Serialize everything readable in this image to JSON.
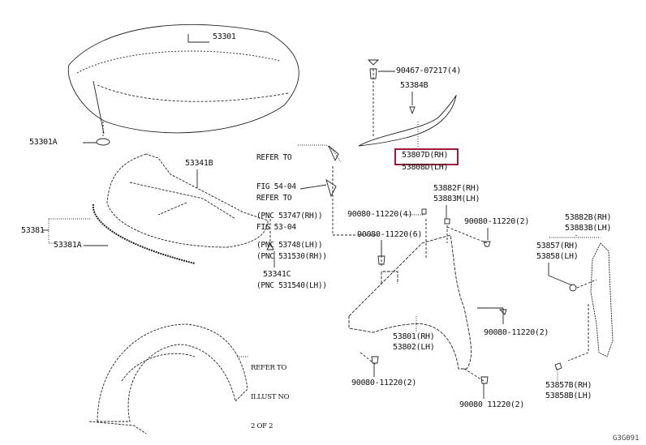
{
  "highlight_color": "#9b1b3a",
  "labels": {
    "hood": "53301",
    "hood_cushion": "53301A",
    "hood_insulator": "53341B",
    "seal": "53381",
    "seal_clip": "53381A",
    "insulator_clip": "53341C",
    "bolt_clip": "90467-07217(4)",
    "extension_clip": "53384B",
    "extension_rh": "53807D(RH)",
    "extension_lh": "53808D(LH)",
    "bracket_rh": "53882F(RH)",
    "bracket_lh": "53883M(LH)",
    "bolt_4": "90080-11220(4)",
    "bolt_2_top": "90080-11220(2)",
    "bolt_6": "90080-11220(6)",
    "rear_bracket_rh": "53882B(RH)",
    "rear_bracket_lh": "53883B(LH)",
    "cushion_rh": "53857(RH)",
    "cushion_lh": "53858(LH)",
    "fender_rh": "53801(RH)",
    "fender_lh": "53802(LH)",
    "bolt_2_right": "90080-11220(2)",
    "bolt_2_left": "90080-11220(2)",
    "bolt_2_bottom": "90080 11220(2)",
    "clip_rh": "53857B(RH)",
    "clip_lh": "53858B(LH)"
  },
  "notes": {
    "ref1": [
      "REFER TO",
      "FIG 54-04",
      "(PNC 53747(RH))",
      "(PNC 53748(LH))"
    ],
    "ref2": [
      "REFER TO",
      "FIG 53-04",
      "(PNC 531530(RH))",
      "(PNC 531540(LH))"
    ],
    "ref3": [
      "REFER TO",
      "ILLUST NO",
      "2 OF 2"
    ]
  },
  "figure_code": "G3G091"
}
